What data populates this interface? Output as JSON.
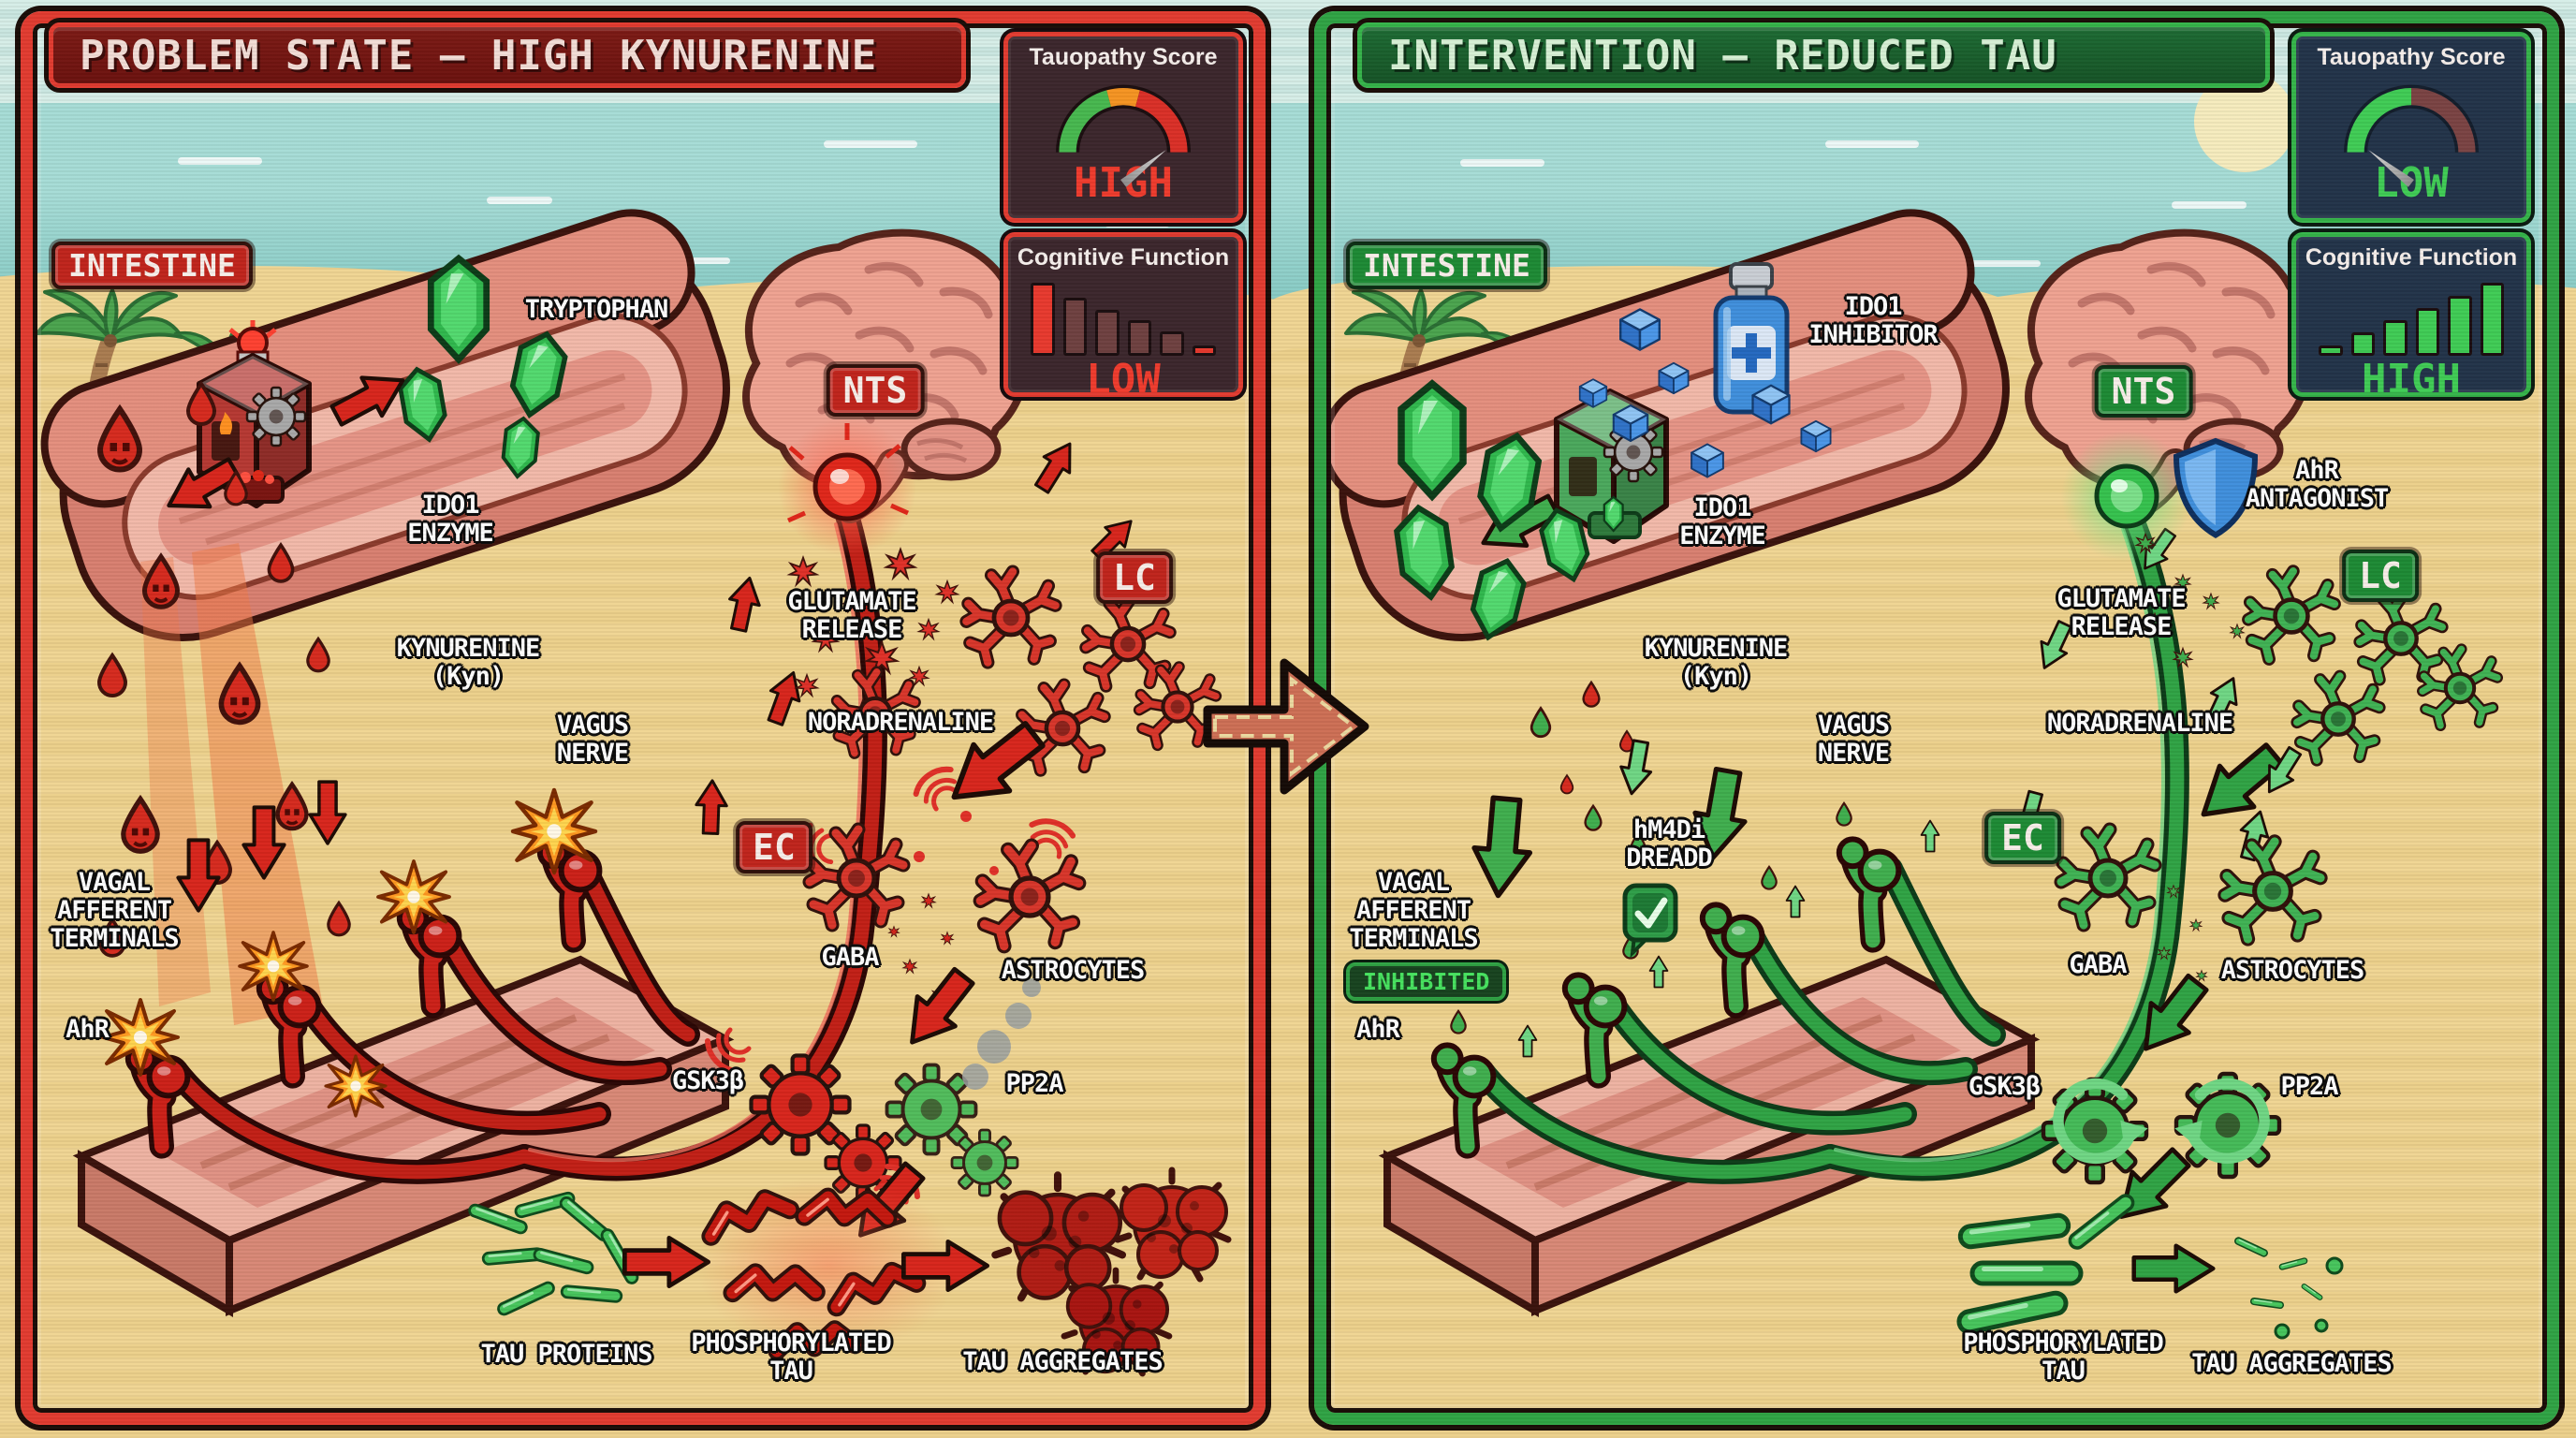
{
  "scene": {
    "style": "pixel-art gut-brain-axis pathway diagram on a beach background",
    "setting_icons": [
      "palm-tree-icon",
      "sun-icon",
      "ocean-waves-icon"
    ]
  },
  "colors": {
    "problem_accent": "#e23b30",
    "intervention_accent": "#2fa344",
    "sand": "#f0d593",
    "ocean": "#7fc6c0",
    "card_bg_problem": "#3b262c",
    "card_bg_intervention": "#223349",
    "high_red": "#ef3b2d",
    "low_green": "#3fcc55",
    "gauge_green": "#47b84f",
    "gauge_orange": "#f59422",
    "gauge_red": "#da2f27",
    "tryptophan_green": "#2fb84d",
    "kynurenine_red": "#d62a1e",
    "inhibitor_blue": "#3f8fdc",
    "center_arrow": "#cd6f55"
  },
  "center_arrow": {
    "icon": "transition-arrow-right-icon"
  },
  "panels": [
    {
      "title": "PROBLEM STATE – HIGH KYNURENINE",
      "theme": "problem-red",
      "cards": {
        "tauopathy": {
          "title": "Tauopathy Score",
          "value": "HIGH",
          "needle_deg": 52,
          "gauge": "green-orange-red arc, needle in red zone"
        },
        "cognitive": {
          "title": "Cognitive Function",
          "value": "LOW",
          "bars": [
            95,
            76,
            60,
            46,
            32,
            13
          ],
          "trend": "descending"
        }
      },
      "badges": {
        "intestine": "INTESTINE",
        "nts": "NTS",
        "lc": "LC",
        "ec": "EC"
      },
      "labels": {
        "tryptophan": "TRYPTOPHAN",
        "ido1_enzyme": "IDO1\nENZYME",
        "kynurenine": "KYNURENINE\n(Kyn)",
        "vagus_nerve": "VAGUS\nNERVE",
        "glutamate_release": "GLUTAMATE\nRELEASE",
        "noradrenaline": "NORADRENALINE",
        "gaba": "GABA",
        "astrocytes": "ASTROCYTES",
        "gsk3b": "GSK3β",
        "pp2a": "PP2A",
        "vagal_afferent_terminals": "VAGAL\nAFFERENT\nTERMINALS",
        "ahr": "AhR",
        "tau_proteins": "TAU PROTEINS",
        "phosphorylated_tau": "PHOSPHORYLATED\nTAU",
        "tau_aggregates": "TAU AGGREGATES"
      },
      "pictograms": [
        "intestine-cross-section",
        "ido1-enzyme-machine-icon",
        "alarm-light-icon",
        "tryptophan-gem-icons",
        "kynurenine-drop-icons",
        "red-vagus-nerve",
        "vagal-terminal-icons",
        "explosion-icons",
        "brain-icon",
        "nts-red-glow-bulb",
        "glutamate-burst-icons",
        "red-neuron-icons",
        "gsk3b-red-gear-icons",
        "pp2a-green-gear-icons",
        "smoke-icon",
        "tau-rod-icons",
        "phospho-tau-squiggle-icons",
        "tau-aggregate-clump-icons",
        "red-flow-arrows"
      ]
    },
    {
      "title": "INTERVENTION – REDUCED TAU",
      "theme": "intervention-green",
      "cards": {
        "tauopathy": {
          "title": "Tauopathy Score",
          "value": "LOW",
          "needle_deg": -52,
          "gauge": "green-darkred arc, needle in green zone"
        },
        "cognitive": {
          "title": "Cognitive Function",
          "value": "HIGH",
          "bars": [
            13,
            30,
            46,
            62,
            78,
            95
          ],
          "trend": "ascending"
        }
      },
      "badges": {
        "intestine": "INTESTINE",
        "nts": "NTS",
        "lc": "LC",
        "ec": "EC",
        "inhibited": "INHIBITED"
      },
      "labels": {
        "ido1_inhibitor": "IDO1\nINHIBITOR",
        "ido1_enzyme": "IDO1\nENZYME",
        "kynurenine": "KYNURENINE\n(Kyn)",
        "vagus_nerve": "VAGUS\nNERVE",
        "hm4di_dreadd": "hM4Di\nDREADD",
        "ahr_antagonist": "AhR\nANTAGONIST",
        "glutamate_release": "GLUTAMATE\nRELEASE",
        "noradrenaline": "NORADRENALINE",
        "gaba": "GABA",
        "astrocytes": "ASTROCYTES",
        "gsk3b": "GSK3β",
        "pp2a": "PP2A",
        "vagal_afferent_terminals": "VAGAL\nAFFERENT\nTERMINALS",
        "ahr": "AhR",
        "phosphorylated_tau": "PHOSPHORYLATED\nTAU",
        "tau_aggregates": "TAU AGGREGATES"
      },
      "pictograms": [
        "intestine-cross-section",
        "ido1-enzyme-machine-icon",
        "ido1-inhibitor-vial-icon",
        "inhibitor-cube-icons",
        "tryptophan-gem-icons",
        "green-vagus-nerve",
        "green-vagal-terminal-icons",
        "hm4di-check-badge-icon",
        "brain-icon",
        "nts-green-glow-bulb",
        "ahr-antagonist-shield-icon",
        "green-neuron-icons",
        "green-gear-icons",
        "recycle-arrow-icons",
        "tau-rod-icons",
        "tau-fragment-icons",
        "green-flow-arrows"
      ]
    }
  ]
}
